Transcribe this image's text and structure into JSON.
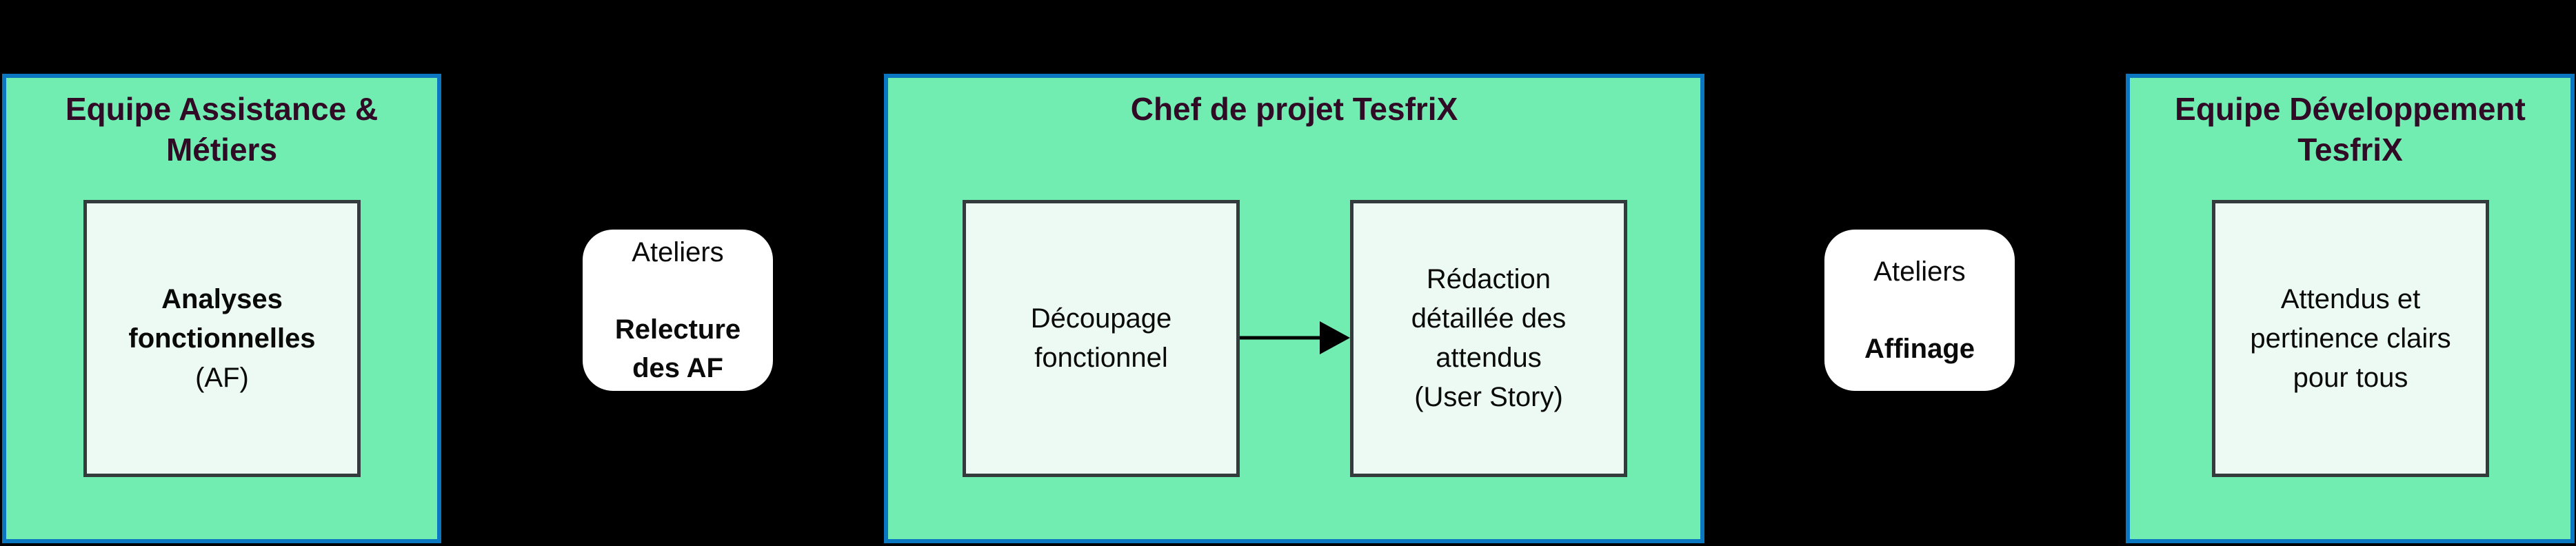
{
  "colors": {
    "background": "#000000",
    "lane_fill": "#72edb2",
    "lane_border": "#0b77c1",
    "card_fill": "#ecfaf3",
    "card_border": "#343b3d",
    "lane_title_text": "#310a26",
    "body_text": "#0a0a0a",
    "pill_fill": "#ffffff",
    "arrow": "#000000"
  },
  "lanes": [
    {
      "title_lines": [
        "Equipe Assistance &",
        "Métiers"
      ],
      "card": {
        "bold_lines": [
          "Analyses",
          "fonctionnelles"
        ],
        "regular_lines": [
          "(AF)"
        ]
      }
    },
    {
      "title_lines": [
        "Chef de projet TesfriX"
      ],
      "cards": [
        {
          "regular_lines": [
            "Découpage",
            "fonctionnel"
          ]
        },
        {
          "regular_lines": [
            "Rédaction",
            "détaillée des",
            "attendus",
            "(User Story)"
          ]
        }
      ]
    },
    {
      "title_lines": [
        "Equipe Développement",
        "TesfriX"
      ],
      "card": {
        "regular_lines": [
          "Attendus et",
          "pertinence clairs",
          "pour tous"
        ]
      }
    }
  ],
  "pills": [
    {
      "top": "Ateliers",
      "bold_lines": [
        "Relecture",
        "des AF"
      ]
    },
    {
      "top": "Ateliers",
      "bold_lines": [
        "Affinage"
      ]
    }
  ]
}
